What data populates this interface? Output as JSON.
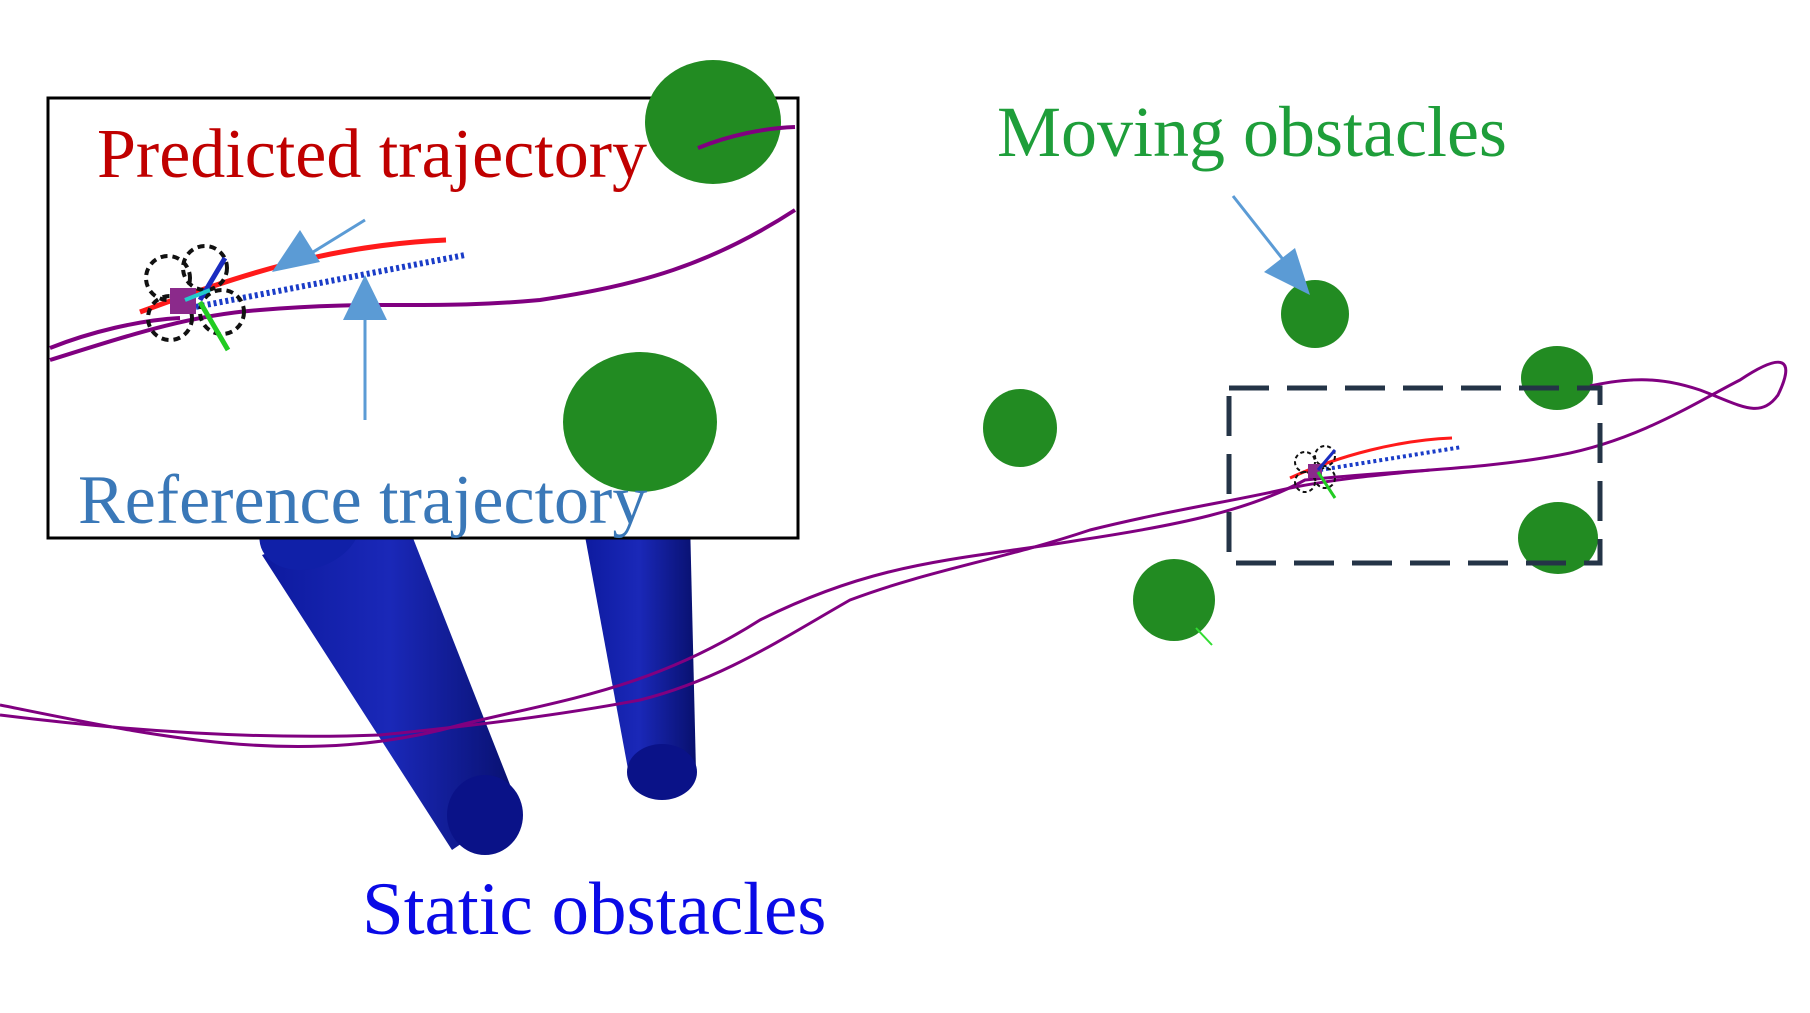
{
  "labels": {
    "static_obstacles": "Static obstacles",
    "moving_obstacles": "Moving obstacles",
    "predicted_trajectory": "Predicted trajectory",
    "reference_trajectory": "Reference trajectory"
  },
  "colors": {
    "static_obstacle": "#0a0a8c",
    "moving_obstacle": "#228b22",
    "trajectory_path": "#800080",
    "predicted": "#ff1a1a",
    "reference": "#1a3cc8",
    "arrow": "#5b9bd5",
    "static_label": "#0a0ae6",
    "moving_label": "#1e9e3a",
    "predicted_label": "#c00000",
    "reference_label": "#3a78b8",
    "highlight_box": "#243447"
  }
}
